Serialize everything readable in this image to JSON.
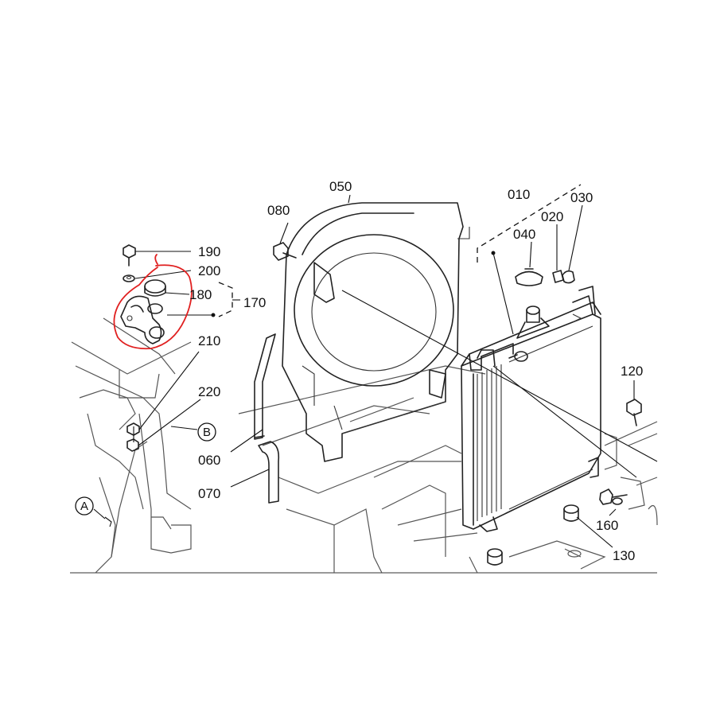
{
  "callouts": {
    "c010": "010",
    "c020": "020",
    "c030": "030",
    "c040": "040",
    "c050": "050",
    "c060": "060",
    "c070": "070",
    "c080": "080",
    "c120": "120",
    "c130": "130",
    "c160": "160",
    "c170": "170",
    "c180": "180",
    "c190": "190",
    "c200": "200",
    "c210": "210",
    "c220": "220"
  },
  "refs": {
    "a": "A",
    "b": "B"
  },
  "colors": {
    "line": "#222222",
    "highlight": "#e02020",
    "background": "#ffffff"
  }
}
